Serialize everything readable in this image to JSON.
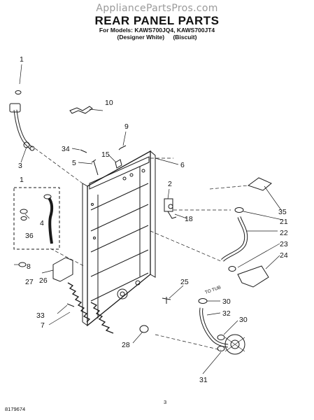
{
  "watermark": "AppliancePartsPros.com",
  "title": "REAR PANEL PARTS",
  "models_line": "For Models: KAWS700JQ4, KAWS700JT4",
  "variant_1": "(Designer White)",
  "variant_2": "(Biscuit)",
  "to_tub_label": "TO TUB",
  "callouts": [
    "1",
    "10",
    "9",
    "34",
    "15",
    "5",
    "6",
    "3",
    "1",
    "2",
    "4",
    "36",
    "35",
    "21",
    "18",
    "22",
    "23",
    "8",
    "27",
    "24",
    "26",
    "25",
    "33",
    "30",
    "7",
    "32",
    "30",
    "28",
    "31"
  ],
  "footer_code": "8179674",
  "footer_page": "3"
}
